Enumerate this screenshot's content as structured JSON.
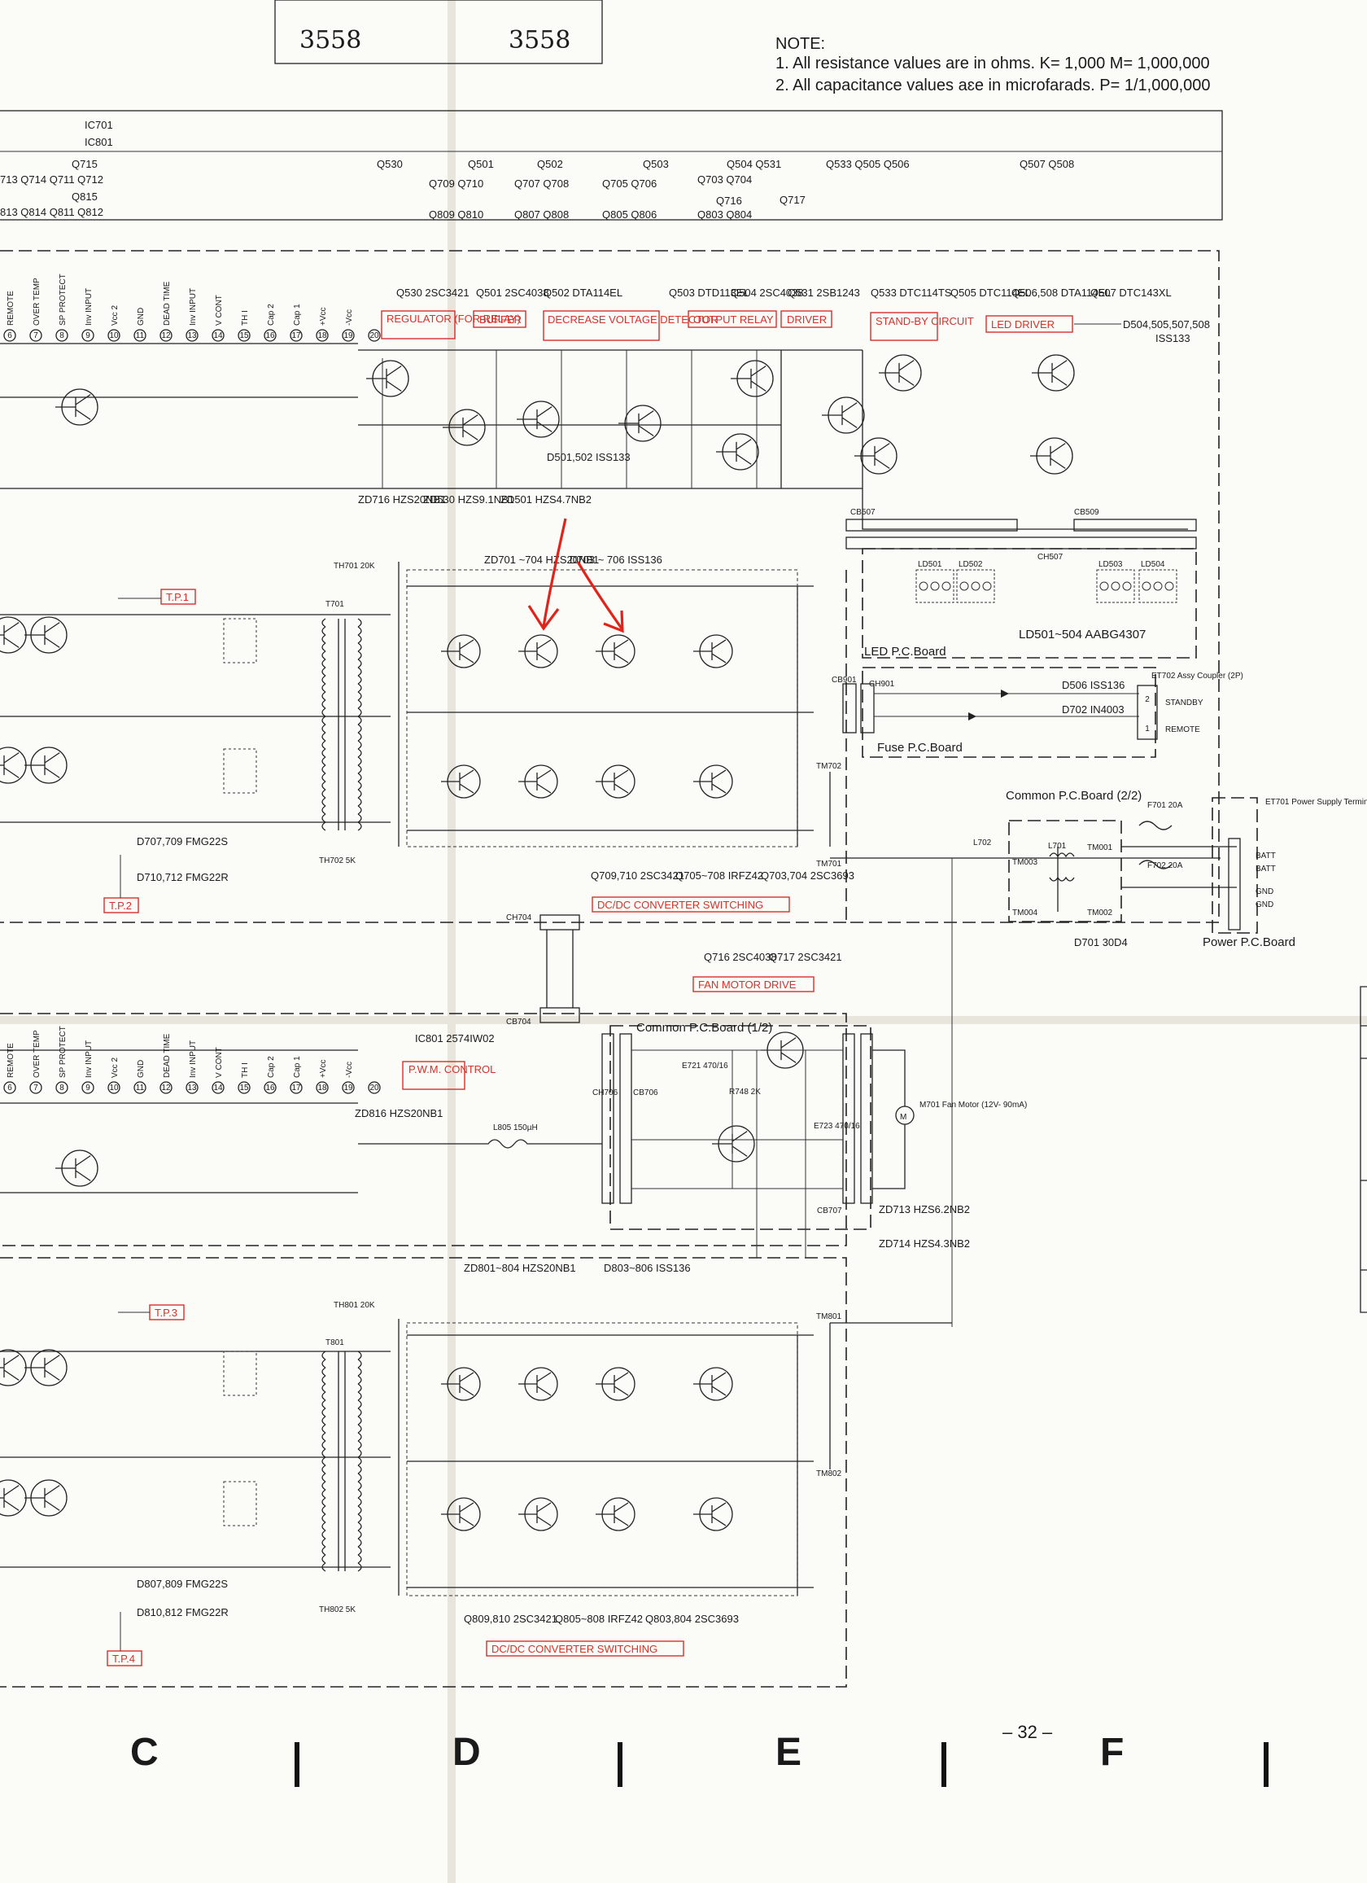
{
  "header": {
    "model_left": "3558",
    "model_right": "3558",
    "note_title": "NOTE:",
    "note_1": "1. All resistance values are in ohms. K= 1,000 M= 1,000,000",
    "note_2": "2. All capacitance values aɛe in microfarads. P= 1/1,000,000"
  },
  "ref_table": {
    "ic_row_1": "IC701",
    "ic_row_2": "IC801",
    "left_1": "Q715",
    "left_2": "713 Q714  Q711 Q712",
    "left_3": "Q815",
    "left_4": "813 Q814  Q811 Q812",
    "c1": "Q530",
    "c2a": "Q501",
    "c2b": "Q709 Q710",
    "c2c": "Q809 Q810",
    "c3a": "Q502",
    "c3b": "Q707  Q708",
    "c3c": "Q807  Q808",
    "c4a": "Q503",
    "c4b": "Q705 Q706",
    "c4c": "Q805  Q806",
    "c5a": "Q504 Q531",
    "c5b": "Q703 Q704",
    "c5c": "Q716",
    "c5d": "Q803 Q804",
    "c6": "Q717",
    "c7": "Q533  Q505  Q506",
    "c8": "Q507  Q508"
  },
  "upper": {
    "pin_labels": [
      "REMOTE",
      "OVER TEMP",
      "SP PROTECT",
      "Inv INPUT",
      "Vcc 2",
      "GND",
      "DEAD TIME",
      "Inv INPUT",
      "V CONT",
      "TH I",
      "Cap 2",
      "Cap 1",
      "+Vcc",
      "-Vcc"
    ],
    "pin_numbers": [
      "6",
      "7",
      "8",
      "9",
      "10",
      "11",
      "12",
      "13",
      "14",
      "15",
      "16",
      "17",
      "18",
      "19",
      "20"
    ],
    "q530": "Q530  2SC3421",
    "q501": "Q501  2SC4038",
    "q502": "Q502  DTA114EL",
    "q503": "Q503  DTD113EL",
    "q504": "Q504  2SC4038",
    "q531": "Q531  2SB1243",
    "q533": "Q533  DTC114TS",
    "q505": "Q505  DTC114EL",
    "q506": "Q506,508  DTA114EL",
    "q507": "Q507  DTC143XL",
    "fn_regulator": "REGULATOR (FOR RELAY)",
    "fn_buffer": "BUFFER",
    "fn_decrease": "DECREASE VOLTAGE DETECTOR",
    "fn_output_relay": "OUTPUT  RELAY",
    "fn_driver": "DRIVER",
    "fn_standby": "STAND-BY CIRCUIT",
    "fn_led_driver": "LED  DRIVER",
    "d504_group": "D504,505,507,508",
    "d504_part": "ISS133",
    "zd716": "ZD716  HZS20NB1",
    "zd530": "ZD530  HZS9.1NB1",
    "zd501": "ZD501  HZS4.7NB2",
    "d501": "D501,502  ISS133",
    "cb507": "CB507",
    "cb509": "CB509",
    "ch507": "CH507",
    "ld_labels": [
      "LD501",
      "LD502",
      "LD503",
      "LD504"
    ],
    "ld_part": "LD501~504  AABG4307",
    "led_board": "LED  P.C.Board",
    "fuse_board": "Fuse  P.C.Board",
    "et702": "ET702  Assy Coupler (2P)",
    "standby": "STANDBY",
    "remote": "REMOTE",
    "d506": "D506  ISS136",
    "d702": "D702  IN4003",
    "ch901": "CH901",
    "cb901": "CB901",
    "tp1": "T.P.1",
    "tp2": "T.P.2",
    "th701": "TH701  20K",
    "th702": "TH702  5K",
    "t701": "T701",
    "zd701": "ZD701 ~704  HZS20NB1",
    "d703": "D703 ~ 706  ISS136",
    "d707": "D707,709  FMG22S",
    "d710": "D710,712  FMG22R",
    "q709": "Q709,710  2SC3421",
    "q705": "Q705~708  IRFZ42",
    "q703": "Q703,704  2SC3693",
    "fn_dcdc_upper": "DC/DC  CONVERTER  SWITCHING",
    "tm702": "TM702",
    "tm701": "TM701",
    "ch704": "CH704",
    "common22": "Common  P.C.Board (2/2)",
    "f701": "F701  20A",
    "f702": "F702  20A",
    "d701": "D701  30D4",
    "l701": "L701",
    "l702": "L702",
    "tm003": "TM003",
    "tm001": "TM001",
    "tm004": "TM004",
    "tm002": "TM002",
    "et701": "ET701  Power Supply Terminal (4P)",
    "batt1": "BATT",
    "batt2": "BATT",
    "gnd1": "GND",
    "gnd2": "GND",
    "power_board": "Power  P.C.Board"
  },
  "middle": {
    "q716": "Q716  2SC4038",
    "q717": "Q717  2SC3421",
    "fn_fan": "FAN MOTOR DRIVE",
    "cb704": "CB704",
    "common12": "Common  P.C.Board (1/2)",
    "ic801": "IC801  2574IW02",
    "fn_pwm": "P.W.M.  CONTROL",
    "zd816": "ZD816  HZS20NB1",
    "l805": "L805  150µH",
    "ch706": "CH706",
    "cb706": "CB706",
    "cb707": "CB707",
    "e721": "E721  470/16",
    "r748": "R748  2K",
    "e723": "E723  470/16",
    "m701": "M701  Fan  Motor  (12V- 90mA)",
    "zd713": "ZD713  HZS6.2NB2",
    "zd714": "ZD714  HZS4.3NB2"
  },
  "lower": {
    "tp3": "T.P.3",
    "tp4": "T.P.4",
    "th801": "TH801  20K",
    "th802": "TH802  5K",
    "t801": "T801",
    "zd801": "ZD801~804  HZS20NB1",
    "d803": "D803~806  ISS136",
    "d807": "D807,809  FMG22S",
    "d810": "D810,812  FMG22R",
    "q809": "Q809,810  2SC3421",
    "q805": "Q805~808  IRFZ42",
    "q803": "Q803,804  2SC3693",
    "fn_dcdc_lower": "DC/DC  CONVERTER  SWITCHING",
    "tm801": "TM801",
    "tm802": "TM802"
  },
  "footer": {
    "col_c": "C",
    "col_d": "D",
    "col_e": "E",
    "col_f": "F",
    "page_number": "– 32 –"
  }
}
